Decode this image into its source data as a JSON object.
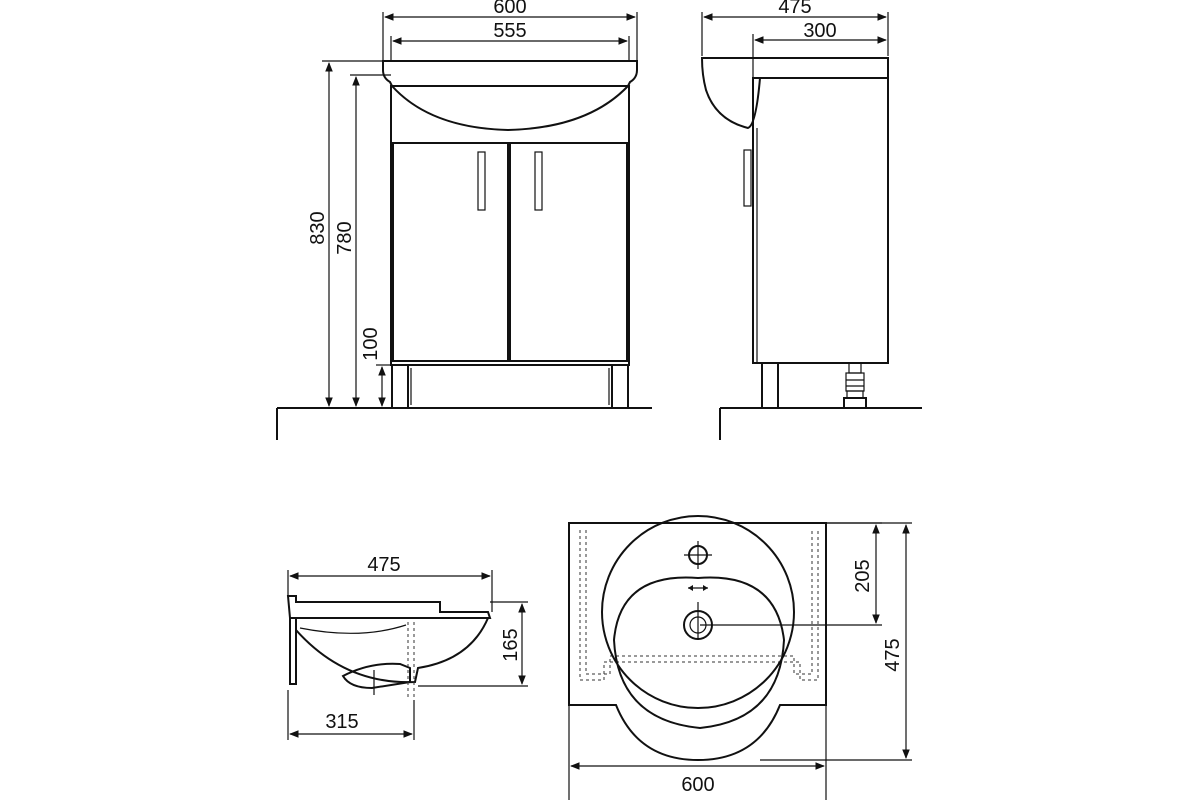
{
  "front_view": {
    "width_overall": "600",
    "width_inner": "555",
    "height_total": "830",
    "height_body": "780",
    "height_legs": "100"
  },
  "side_view": {
    "depth_overall": "475",
    "depth_body": "300"
  },
  "basin_side_view": {
    "depth_overall": "475",
    "depth_bowl": "315",
    "bowl_height": "165"
  },
  "basin_top_view": {
    "width": "600",
    "depth": "475",
    "tap_to_drain": "205"
  }
}
